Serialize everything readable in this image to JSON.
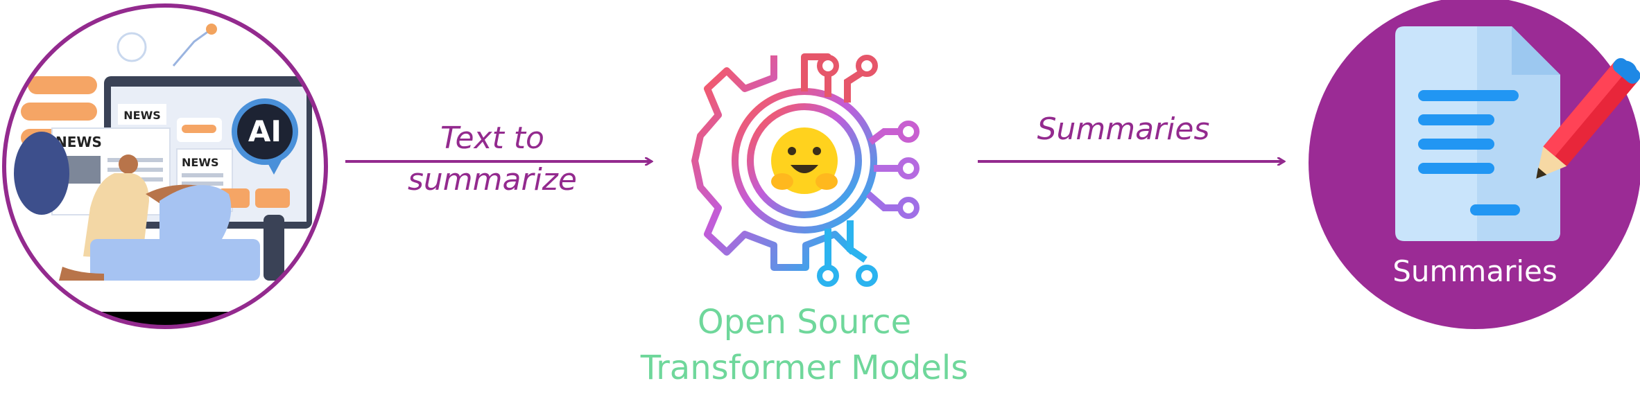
{
  "input": {
    "news_badge_large": "NEWS",
    "news_badge_top": "NEWS",
    "news_badge_small": "NEWS",
    "ai_badge": "AI"
  },
  "arrow_in": {
    "line1": "Text to",
    "line2": "summarize"
  },
  "model": {
    "line1": "Open Source",
    "line2": "Transformer Models",
    "emoji": "🤗"
  },
  "arrow_out": {
    "label": "Summaries"
  },
  "output": {
    "label": "Summaries"
  },
  "colors": {
    "ring": "#932a8e",
    "output_circle": "#9b2b95",
    "model_text": "#6fd79b",
    "arrow": "#932a8e"
  }
}
